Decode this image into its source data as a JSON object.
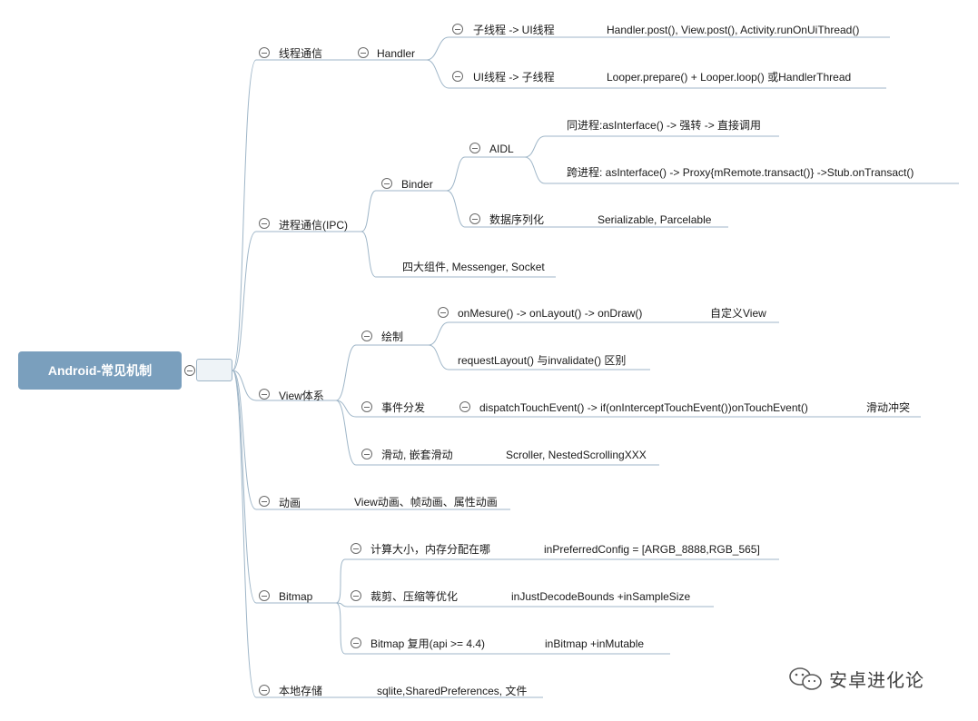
{
  "root": {
    "label": "Android-常见机制"
  },
  "branches": {
    "thread_comm": {
      "label": "线程通信",
      "handler": {
        "label": "Handler",
        "child_to_ui": {
          "label": "子线程 -> UI线程",
          "detail": "Handler.post(), View.post(), Activity.runOnUiThread()"
        },
        "ui_to_child": {
          "label": "UI线程 -> 子线程",
          "detail": "Looper.prepare() + Looper.loop() 或HandlerThread"
        }
      }
    },
    "ipc": {
      "label": "进程通信(IPC)",
      "binder": {
        "label": "Binder",
        "aidl": {
          "label": "AIDL",
          "same_process": "同进程:asInterface() -> 强转 -> 直接调用",
          "cross_process": "跨进程: asInterface() -> Proxy{mRemote.transact()} ->Stub.onTransact()"
        },
        "serialization": {
          "label": "数据序列化",
          "detail": "Serializable, Parcelable"
        }
      },
      "others": "四大组件, Messenger, Socket"
    },
    "view": {
      "label": "View体系",
      "draw": {
        "label": "绘制",
        "flow": {
          "label": "onMesure() -> onLayout() -> onDraw()",
          "detail": "自定义View"
        },
        "diff": "requestLayout() 与invalidate() 区别"
      },
      "event": {
        "label": "事件分发",
        "dispatch": {
          "label": "dispatchTouchEvent() -> if(onInterceptTouchEvent())onTouchEvent()",
          "detail": "滑动冲突"
        }
      },
      "scroll": {
        "label": "滑动, 嵌套滑动",
        "detail": "Scroller, NestedScrollingXXX"
      }
    },
    "animation": {
      "label": "动画",
      "detail": "View动画、帧动画、属性动画"
    },
    "bitmap": {
      "label": "Bitmap",
      "size": {
        "label": "计算大小，内存分配在哪",
        "detail": "inPreferredConfig = [ARGB_8888,RGB_565]"
      },
      "optimize": {
        "label": "裁剪、压缩等优化",
        "detail": "inJustDecodeBounds +inSampleSize"
      },
      "reuse": {
        "label": "Bitmap 复用(api >= 4.4)",
        "detail": "inBitmap +inMutable"
      }
    },
    "storage": {
      "label": "本地存储",
      "detail": "sqlite,SharedPreferences, 文件"
    }
  },
  "watermark": {
    "text": "安卓进化论",
    "icon": "wechat-icon"
  },
  "colors": {
    "root_fill": "#7a9fbd",
    "connector": "#9fb6c8",
    "text": "#1a1a1a"
  }
}
